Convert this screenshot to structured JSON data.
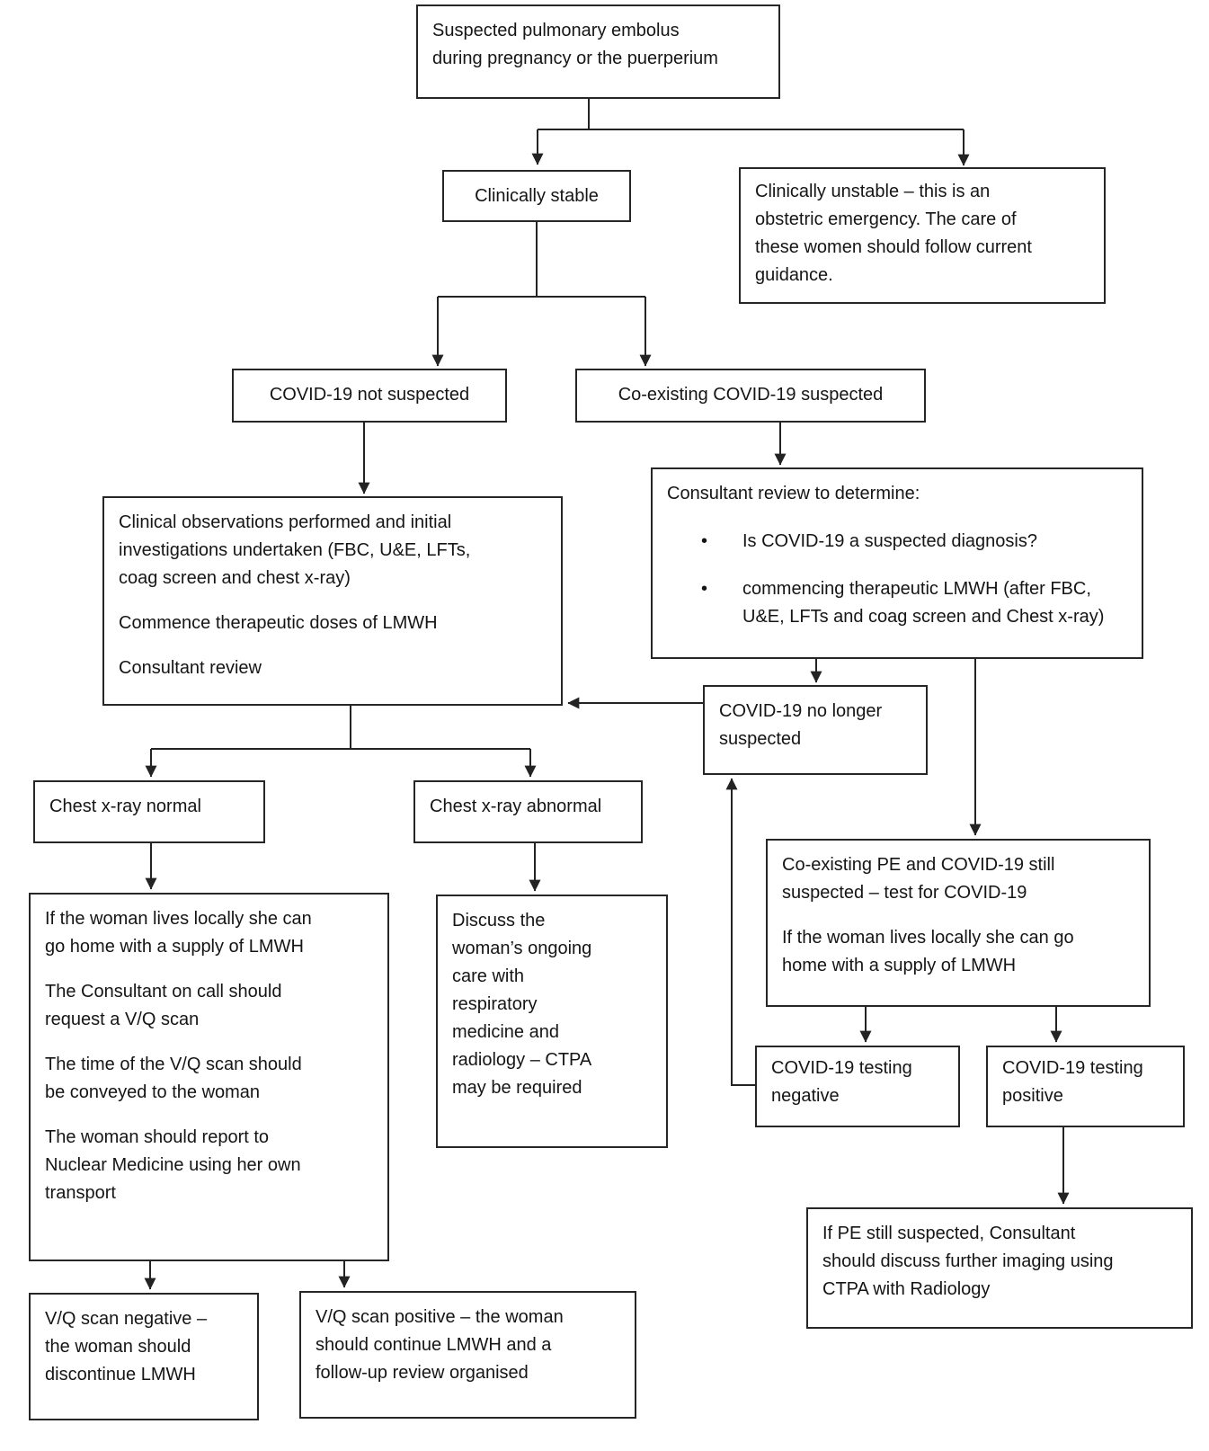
{
  "nodes": {
    "start": {
      "text": "Suspected pulmonary embolus\nduring pregnancy or the puerperium"
    },
    "clinically_stable": {
      "text": "Clinically stable"
    },
    "clinically_unstable": {
      "text": "Clinically unstable – this is an\nobstetric emergency. The care of\nthese women should follow current\nguidance."
    },
    "covid_not_suspected": {
      "text": "COVID-19 not suspected"
    },
    "covid_co_suspected": {
      "text": "Co-existing COVID-19 suspected"
    },
    "clinical_observations": {
      "p1": "Clinical observations performed and initial\ninvestigations undertaken (FBC, U&E, LFTs,\ncoag screen and chest x-ray)",
      "p2": "Commence therapeutic doses of LMWH",
      "p3": "Consultant review"
    },
    "consultant_review": {
      "title": "Consultant review to determine:",
      "bullet1": "Is COVID-19 a suspected diagnosis?",
      "bullet2": "commencing therapeutic LMWH (after FBC,\nU&E, LFTs and coag screen and Chest x-ray)"
    },
    "covid_no_longer": {
      "text": "COVID-19 no longer\nsuspected"
    },
    "cxr_normal": {
      "text": "Chest x-ray normal"
    },
    "cxr_abnormal": {
      "text": "Chest x-ray abnormal"
    },
    "vq_pathway": {
      "p1": "If the woman lives locally she can\ngo home with a supply of LMWH",
      "p2": "The Consultant on call should\nrequest a V/Q scan",
      "p3": "The time of the V/Q scan should\nbe conveyed to the woman",
      "p4": "The woman should report to\nNuclear Medicine using her own\ntransport"
    },
    "discuss_respiratory": {
      "text": "Discuss the\nwoman’s ongoing\ncare with\nrespiratory\nmedicine and\nradiology – CTPA\nmay be required"
    },
    "coexisting_pe": {
      "p1": "Co-existing PE and COVID-19 still\nsuspected – test for COVID-19",
      "p2": "If the woman lives locally she can go\nhome with a supply of LMWH"
    },
    "test_negative": {
      "text": "COVID-19 testing\nnegative"
    },
    "test_positive": {
      "text": "COVID-19 testing\npositive"
    },
    "if_pe_suspected": {
      "text": "If PE still suspected, Consultant\nshould discuss further imaging using\nCTPA with Radiology"
    },
    "vq_negative": {
      "text": "V/Q scan negative –\nthe woman should\ndiscontinue LMWH"
    },
    "vq_positive": {
      "text": "V/Q scan positive – the woman\nshould continue LMWH and a\nfollow-up review organised"
    }
  }
}
